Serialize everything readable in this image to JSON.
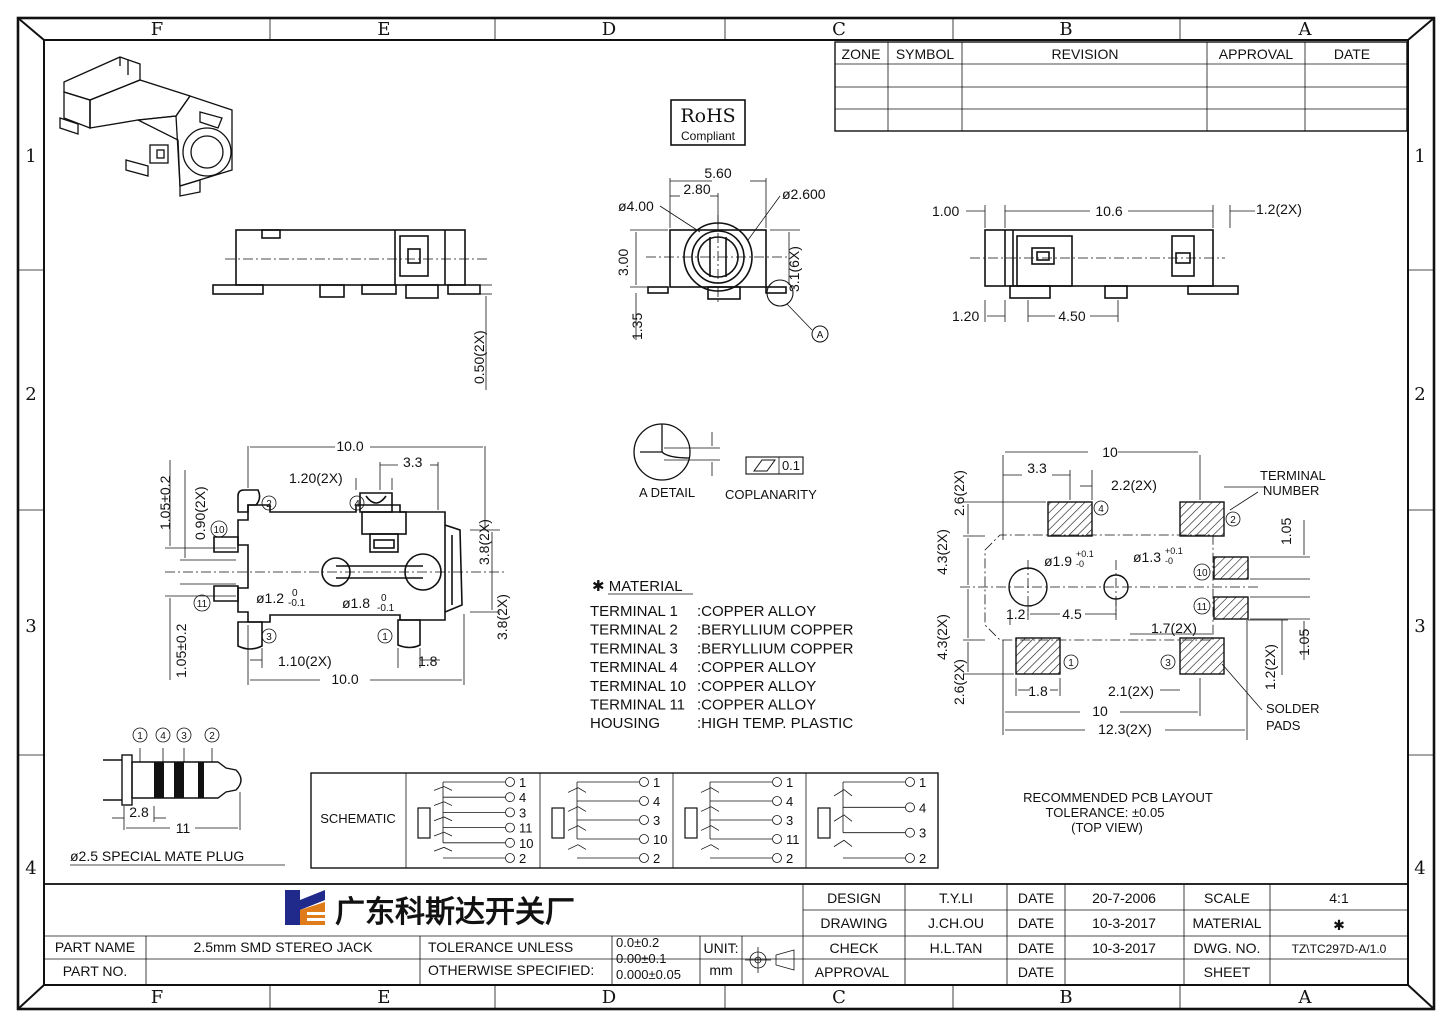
{
  "border": {
    "top_zones": [
      "F",
      "E",
      "D",
      "C",
      "B",
      "A"
    ],
    "bottom_zones": [
      "F",
      "E",
      "D",
      "C",
      "B",
      "A"
    ],
    "rows": [
      "1",
      "2",
      "3",
      "4"
    ]
  },
  "revision_table": {
    "headers": [
      "ZONE",
      "SYMBOL",
      "REVISION",
      "APPROVAL",
      "DATE"
    ]
  },
  "rohs": {
    "title": "RoHS",
    "subtitle": "Compliant"
  },
  "front_view": {
    "dim_width": "5.60",
    "dim_half": "2.80",
    "dim_dia_outer": "ø4.00",
    "dim_dia_inner": "ø2.600",
    "dim_height": "3.00",
    "dim_pins": "3.1(6X)",
    "dim_base": "1.35",
    "detail_callout": "A"
  },
  "side_view_left": {
    "dim_lead": "0.50(2X)"
  },
  "side_view_right": {
    "dim_left": "1.00",
    "dim_body": "10.6",
    "dim_right": "1.2(2X)",
    "dim_bottom_left": "1.20",
    "dim_bottom": "4.50"
  },
  "detail_a": {
    "label": "A DETAIL",
    "coplanarity_label": "COPLANARITY",
    "coplanarity_value": "0.1"
  },
  "top_view": {
    "dim_top": "10.0",
    "dim_tab": "1.20(2X)",
    "dim_offset": "3.3",
    "dim_left_a": "1.05±0.2",
    "dim_left_b": "0.90(2X)",
    "dim_left_c": "1.05±0.2",
    "dim_right_a": "3.8(2X)",
    "dim_right_b": "3.8(2X)",
    "dim_bottom_tab": "1.10(2X)",
    "dim_bottom_pin": "1.8",
    "dim_bottom": "10.0",
    "hole_small": "ø1.2",
    "hole_small_tol_up": "0",
    "hole_small_tol_dn": "-0.1",
    "hole_large": "ø1.8",
    "hole_large_tol_up": "0",
    "hole_large_tol_dn": "-0.1",
    "pins": [
      "2",
      "4",
      "10",
      "11",
      "3",
      "1"
    ]
  },
  "material": {
    "title": "✱ MATERIAL",
    "rows": [
      {
        "part": "TERMINAL  1",
        "value": ":COPPER  ALLOY"
      },
      {
        "part": "TERMINAL  2",
        "value": ":BERYLLIUM  COPPER"
      },
      {
        "part": "TERMINAL  3",
        "value": ":BERYLLIUM  COPPER"
      },
      {
        "part": "TERMINAL  4",
        "value": ":COPPER  ALLOY"
      },
      {
        "part": "TERMINAL 10",
        "value": ":COPPER  ALLOY"
      },
      {
        "part": "TERMINAL 11",
        "value": ":COPPER  ALLOY"
      },
      {
        "part": "HOUSING",
        "value": ":HIGH  TEMP.  PLASTIC"
      }
    ]
  },
  "pcb": {
    "dim_top": "10",
    "dim_top_left": "3.3",
    "dim_pad": "2.2(2X)",
    "terminal_number_label": "TERMINAL NUMBER",
    "terminal_number_l1": "TERMINAL",
    "terminal_number_l2": "NUMBER",
    "dim_left_a": "2.6(2X)",
    "dim_left_b": "4.3(2X)",
    "dim_left_c": "4.3(2X)",
    "dim_left_d": "2.6(2X)",
    "hole_a": "ø1.9",
    "hole_a_up": "+0.1",
    "hole_a_dn": "-0",
    "hole_b": "ø1.3",
    "hole_b_up": "+0.1",
    "hole_b_dn": "-0",
    "dim_hole_left": "1.2",
    "dim_hole_pitch": "4.5",
    "dim_side_pad": "1.7(2X)",
    "dim_right_a": "1.05",
    "dim_right_b": "1.05",
    "dim_right_c": "1.2(2X)",
    "dim_bottom_pad": "1.8",
    "dim_bottom_pitch": "2.1(2X)",
    "dim_bottom": "10",
    "dim_overall": "12.3(2X)",
    "solder_l1": "SOLDER",
    "solder_l2": "PADS",
    "pins": [
      "4",
      "2",
      "10",
      "11",
      "1",
      "3"
    ],
    "caption_l1": "RECOMMENDED  PCB  LAYOUT",
    "caption_l2": "TOLERANCE: ±0.05",
    "caption_l3": "(TOP  VIEW)"
  },
  "plug": {
    "pins": [
      "1",
      "4",
      "3",
      "2"
    ],
    "dim_a": "2.8",
    "dim_b": "11",
    "caption": "ø2.5  SPECIAL  MATE  PLUG"
  },
  "schematic": {
    "label": "SCHEMATIC",
    "boxes": [
      [
        "1",
        "4",
        "3",
        "11",
        "10",
        "2"
      ],
      [
        "1",
        "4",
        "3",
        "10",
        "2"
      ],
      [
        "1",
        "4",
        "3",
        "11",
        "2"
      ],
      [
        "1",
        "4",
        "3",
        "2"
      ]
    ]
  },
  "title_block": {
    "company": "广东科斯达开关厂",
    "part_name_label": "PART NAME",
    "part_name": "2.5mm  SMD  STEREO  JACK",
    "part_no_label": "PART NO.",
    "tolerance_l1": "TOLERANCE  UNLESS",
    "tolerance_l2": "OTHERWISE  SPECIFIED:",
    "tol_a": "0.0±0.2",
    "tol_b": "0.00±0.1",
    "tol_c": "0.000±0.05",
    "unit_label": "UNIT:",
    "unit": "mm",
    "design_label": "DESIGN",
    "design_by": "T.Y.LI",
    "design_date_label": "DATE",
    "design_date": "20-7-2006",
    "drawing_label": "DRAWING",
    "drawing_by": "J.CH.OU",
    "drawing_date_label": "DATE",
    "drawing_date": "10-3-2017",
    "check_label": "CHECK",
    "check_by": "H.L.TAN",
    "check_date_label": "DATE",
    "check_date": "10-3-2017",
    "approval_label": "APPROVAL",
    "approval_date_label": "DATE",
    "scale_label": "SCALE",
    "scale": "4:1",
    "material_label": "MATERIAL",
    "material": "✱",
    "dwg_label": "DWG. NO.",
    "dwg_no": "TZ\\TC297D-A/1.0",
    "sheet_label": "SHEET"
  },
  "colors": {
    "ink": "#111111",
    "logo_blue": "#1f2a8a",
    "logo_orange": "#e07b1a"
  }
}
